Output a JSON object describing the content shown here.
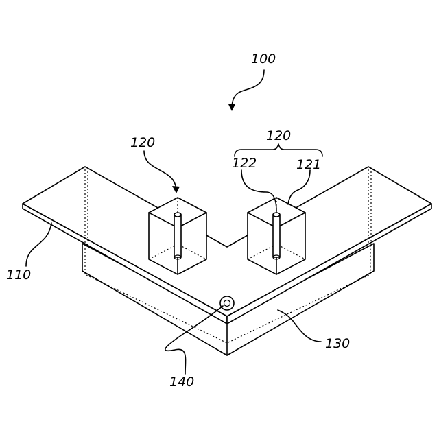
{
  "figure": {
    "reference_numerals": {
      "device": "100",
      "base_plate": "110",
      "module_left": "120",
      "module_right": "120",
      "module_part_121": "121",
      "module_part_122": "122",
      "housing": "130",
      "port": "140"
    }
  },
  "colors": {
    "line": "#000000",
    "background": "#ffffff"
  }
}
